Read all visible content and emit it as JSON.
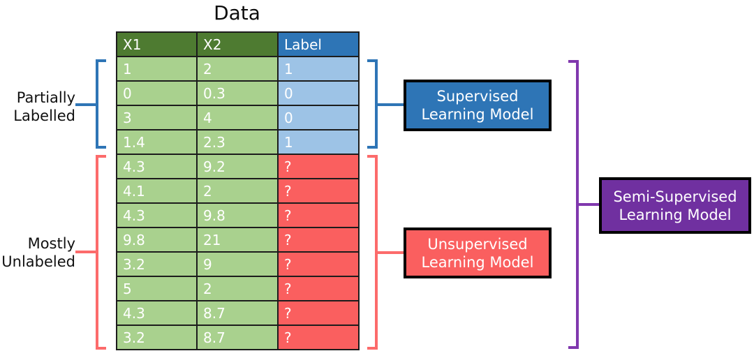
{
  "title": "Data",
  "table": {
    "columns": [
      {
        "label": "X1"
      },
      {
        "label": "X2"
      },
      {
        "label": "Label"
      }
    ],
    "rows": [
      {
        "x1": "1",
        "x2": "2",
        "label": "1",
        "labeled": true
      },
      {
        "x1": "0",
        "x2": "0.3",
        "label": "0",
        "labeled": true
      },
      {
        "x1": "3",
        "x2": "4",
        "label": "0",
        "labeled": true
      },
      {
        "x1": "1.4",
        "x2": "2.3",
        "label": "1",
        "labeled": true
      },
      {
        "x1": "4.3",
        "x2": "9.2",
        "label": "?",
        "labeled": false
      },
      {
        "x1": "4.1",
        "x2": "2",
        "label": "?",
        "labeled": false
      },
      {
        "x1": "4.3",
        "x2": "9.8",
        "label": "?",
        "labeled": false
      },
      {
        "x1": "9.8",
        "x2": "21",
        "label": "?",
        "labeled": false
      },
      {
        "x1": "3.2",
        "x2": "9",
        "label": "?",
        "labeled": false
      },
      {
        "x1": "5",
        "x2": "2",
        "label": "?",
        "labeled": false
      },
      {
        "x1": "4.3",
        "x2": "8.7",
        "label": "?",
        "labeled": false
      },
      {
        "x1": "3.2",
        "x2": "8.7",
        "label": "?",
        "labeled": false
      }
    ]
  },
  "annotations": {
    "partially_labelled": "Partially Labelled",
    "mostly_unlabeled": "Mostly Unlabeled"
  },
  "models": {
    "supervised": "Supervised Learning Model",
    "unsupervised": "Unsupervised Learning Model",
    "semi_supervised": "Semi-Supervised Learning Model"
  },
  "colors": {
    "header_green": "#4e7b31",
    "cell_green": "#a9d18e",
    "header_blue": "#2e75b6",
    "cell_blue": "#9dc3e6",
    "cell_red": "#fa5f5f",
    "box_blue": "#2e75b6",
    "box_red": "#fa5f5f",
    "box_purple": "#7030a0",
    "bracket_blue": "#2e75b6",
    "bracket_red": "#fc6b6b",
    "bracket_purple": "#8038ae"
  }
}
